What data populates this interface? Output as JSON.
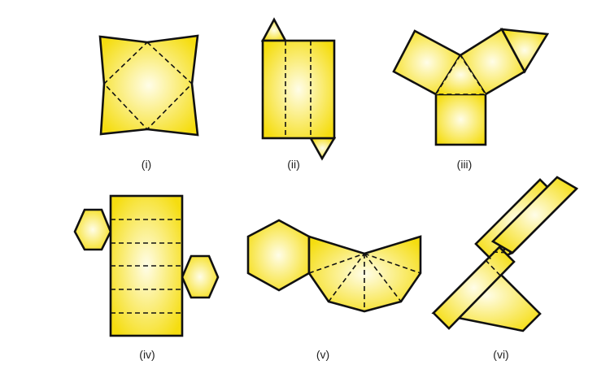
{
  "labels": {
    "net_i": "(i)",
    "net_ii": "(ii)",
    "net_iii": "(iii)",
    "net_iv": "(iv)",
    "net_v": "(v)",
    "net_vi": "(vi)"
  },
  "colors": {
    "fill_edge": "#f5dd10",
    "fill_center": "#fffde8",
    "stroke": "#111111"
  }
}
